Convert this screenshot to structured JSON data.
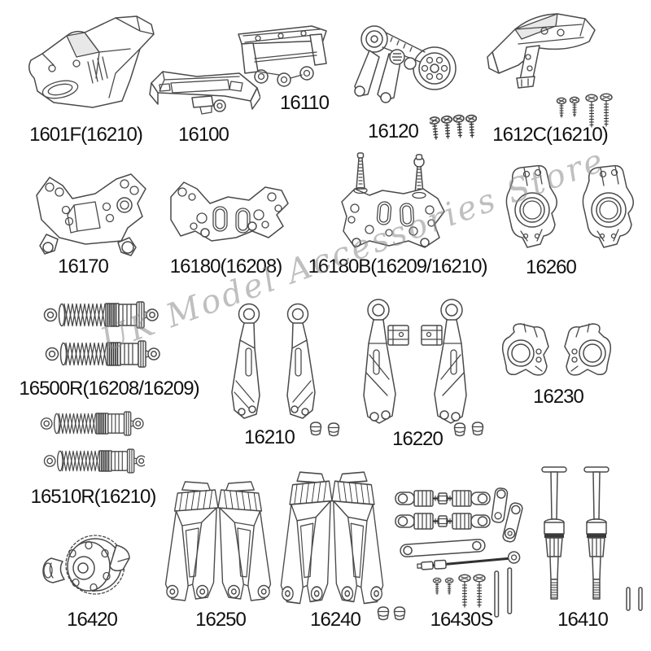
{
  "watermark": "UK Model Accessories Store",
  "colors": {
    "background": "#ffffff",
    "line_art": "#4a4a4a",
    "label_text": "#101010",
    "watermark_text": "#8c8c8c"
  },
  "parts": [
    {
      "label": "1601F(16210)",
      "drawing": "car-body-shell"
    },
    {
      "label": "16100",
      "drawing": "front-bumper"
    },
    {
      "label": "16110",
      "drawing": "bumper-mount-brace"
    },
    {
      "label": "16120",
      "drawing": "wheelie-bar",
      "extras": "4 screws"
    },
    {
      "label": "1612C(16210)",
      "drawing": "rear-wing-mount",
      "extras": "4 screws"
    },
    {
      "label": "16170",
      "drawing": "shock-tower-front"
    },
    {
      "label": "16180(16208)",
      "drawing": "shock-tower-rear"
    },
    {
      "label": "16180B(16209/16210)",
      "drawing": "shock-tower-with-body-posts"
    },
    {
      "label": "16260",
      "drawing": "rear-hub-carriers-pair"
    },
    {
      "label": "16500R(16208/16209)",
      "drawing": "shock-absorbers-pair"
    },
    {
      "label": "16510R(16210)",
      "drawing": "shock-absorbers-pair"
    },
    {
      "label": "16210",
      "drawing": "front-upper-suspension-arms",
      "extras": "2 ball caps"
    },
    {
      "label": "16220",
      "drawing": "rear-upper-suspension-arms",
      "extras": "2 ball caps"
    },
    {
      "label": "16230",
      "drawing": "steering-knuckles-pair"
    },
    {
      "label": "16420",
      "drawing": "differential-assembly"
    },
    {
      "label": "16250",
      "drawing": "front-lower-suspension-arms"
    },
    {
      "label": "16240",
      "drawing": "rear-lower-suspension-arms",
      "extras": "2 ball caps"
    },
    {
      "label": "16430S",
      "drawing": "steering-linkage-set",
      "extras": "2 turnbuckles, steering plate, link rod, 4 screws, 2 pins"
    },
    {
      "label": "16410",
      "drawing": "cvd-drive-shafts-pair",
      "extras": "2 pins"
    }
  ]
}
